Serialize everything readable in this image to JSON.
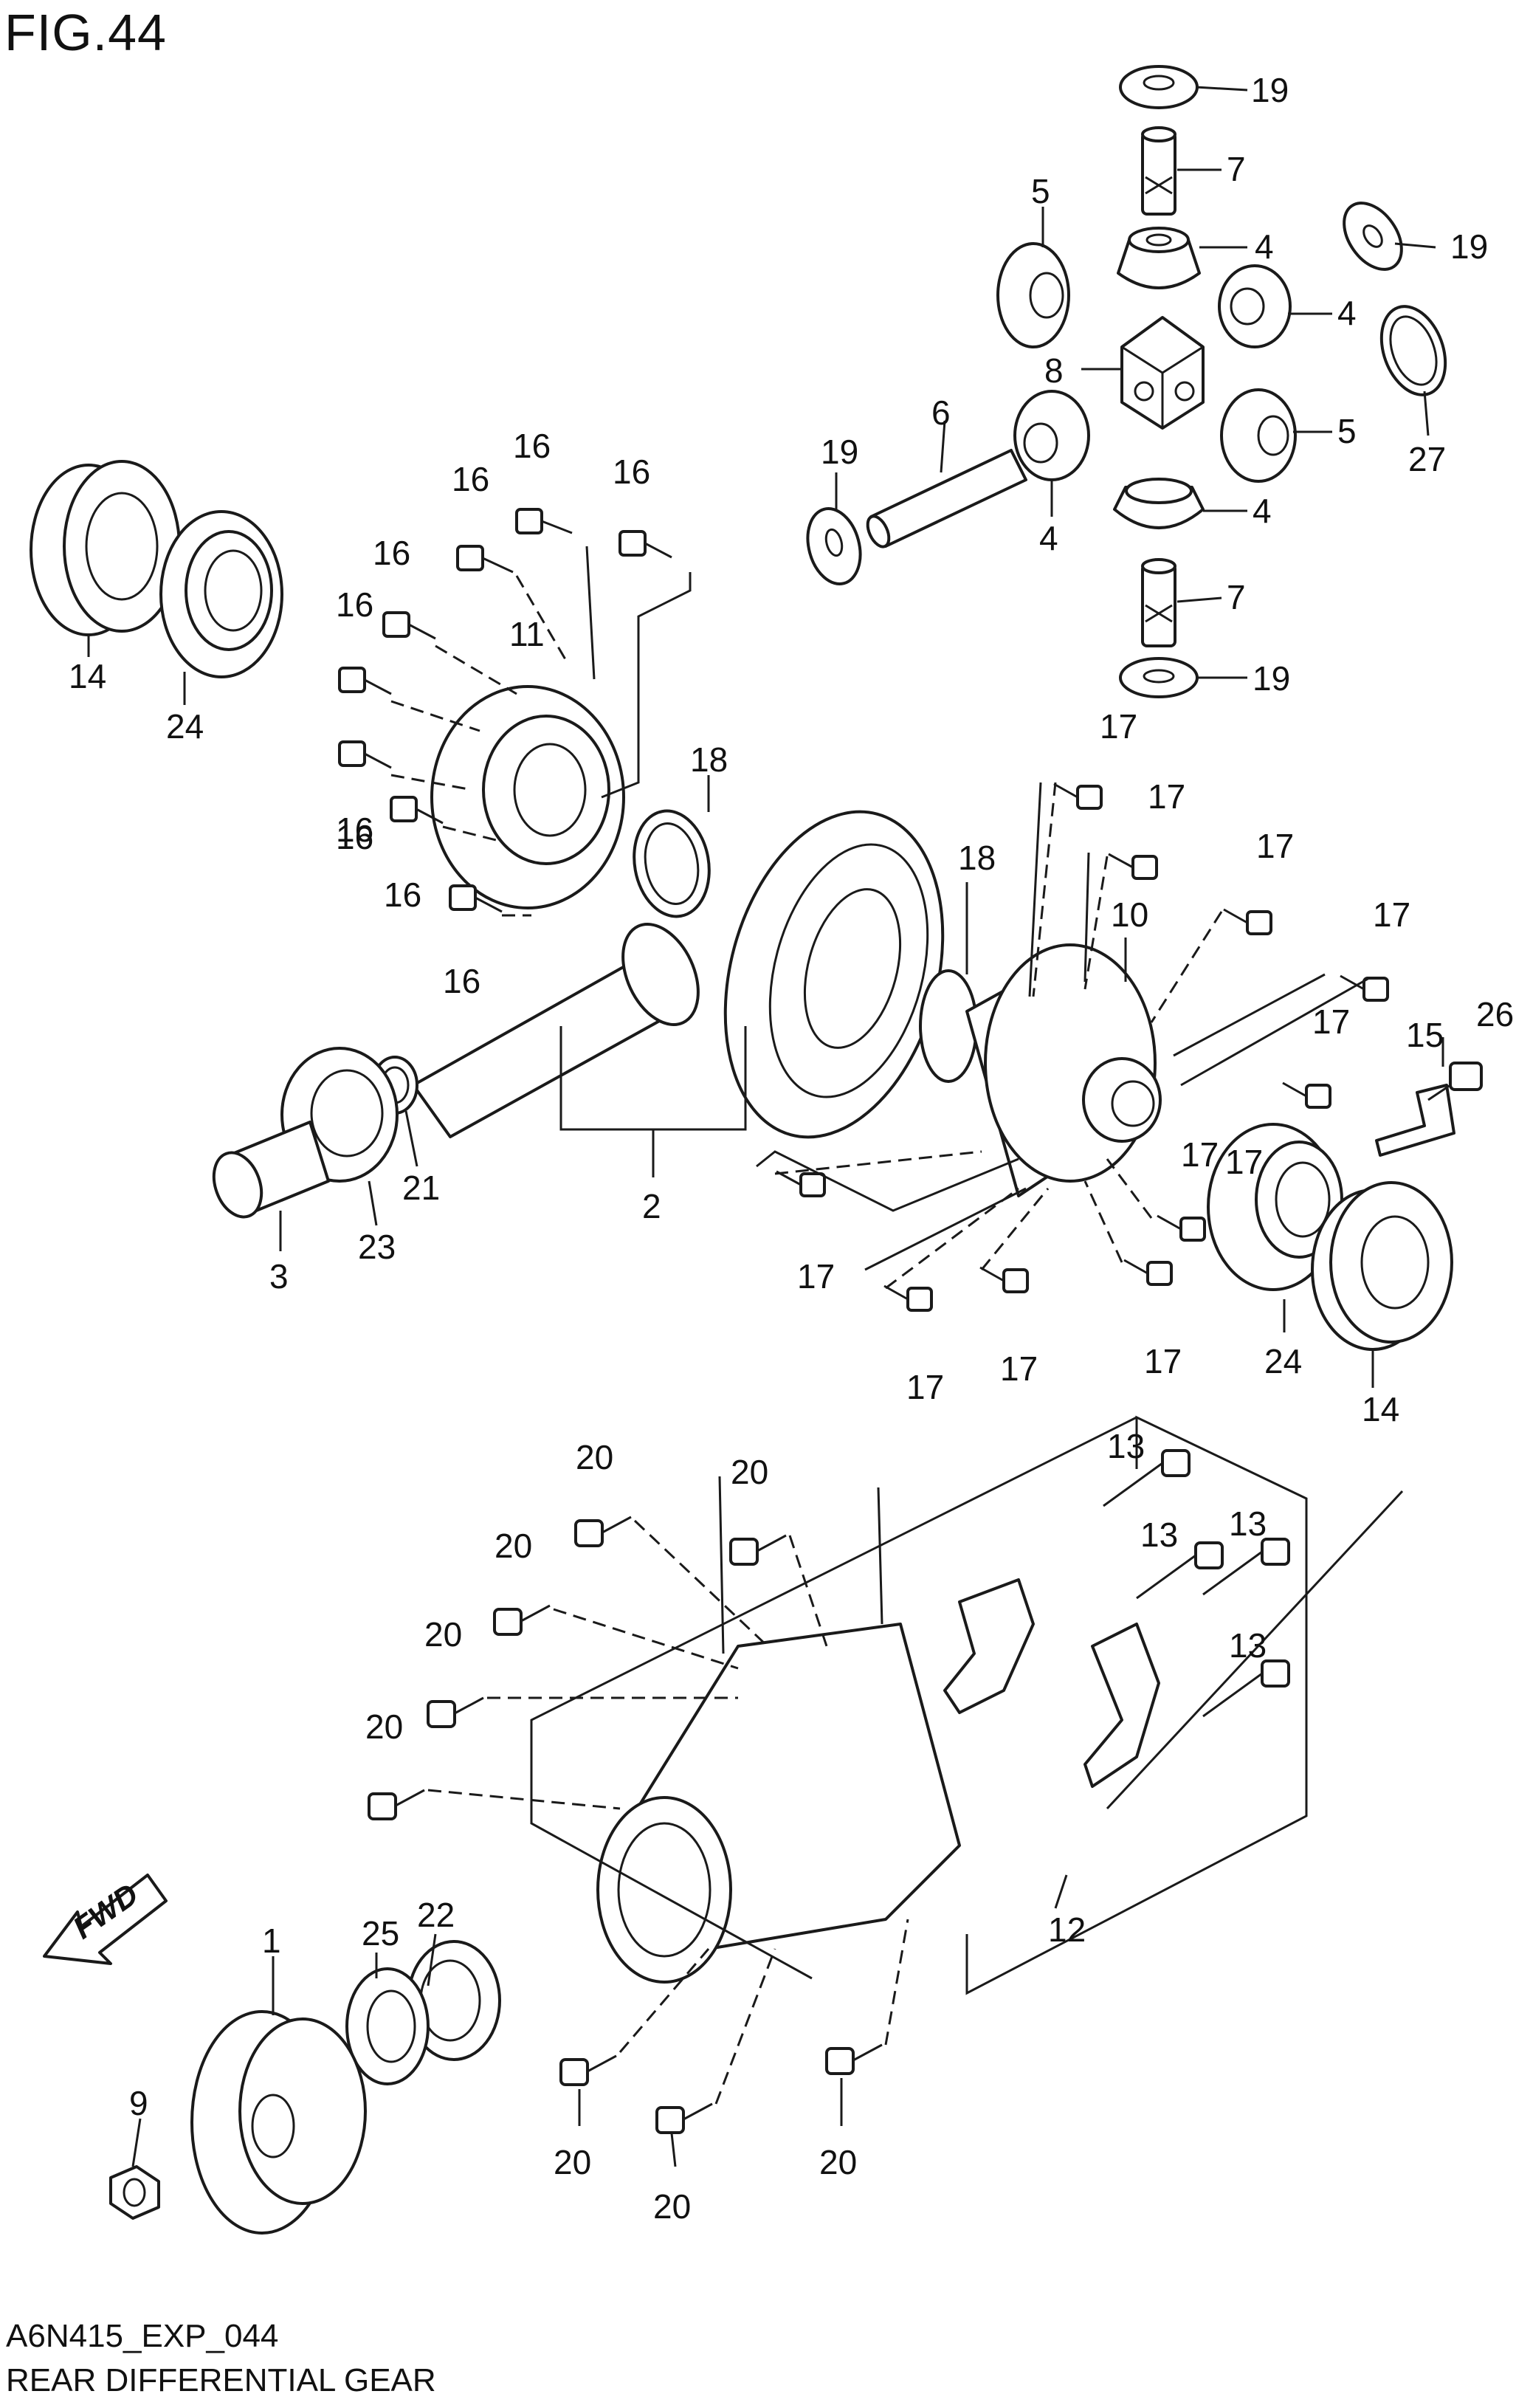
{
  "figure": {
    "title": "FIG.44",
    "code": "A6N415_EXP_044",
    "description": "REAR DIFFERENTIAL GEAR"
  },
  "direction_badge": {
    "text": "FWD",
    "icon": "arrow-left-down-icon"
  },
  "callouts": [
    "19",
    "7",
    "4",
    "5",
    "19",
    "4",
    "8",
    "27",
    "5",
    "6",
    "19",
    "4",
    "4",
    "7",
    "19",
    "14",
    "24",
    "16",
    "16",
    "16",
    "16",
    "16",
    "11",
    "16",
    "16",
    "16",
    "16",
    "18",
    "2",
    "21",
    "23",
    "3",
    "18",
    "10",
    "17",
    "17",
    "17",
    "17",
    "17",
    "15",
    "26",
    "17",
    "17",
    "17",
    "17",
    "17",
    "17",
    "24",
    "14",
    "20",
    "20",
    "20",
    "20",
    "20",
    "13",
    "13",
    "13",
    "13",
    "12",
    "22",
    "25",
    "1",
    "9",
    "20",
    "20",
    "20"
  ]
}
